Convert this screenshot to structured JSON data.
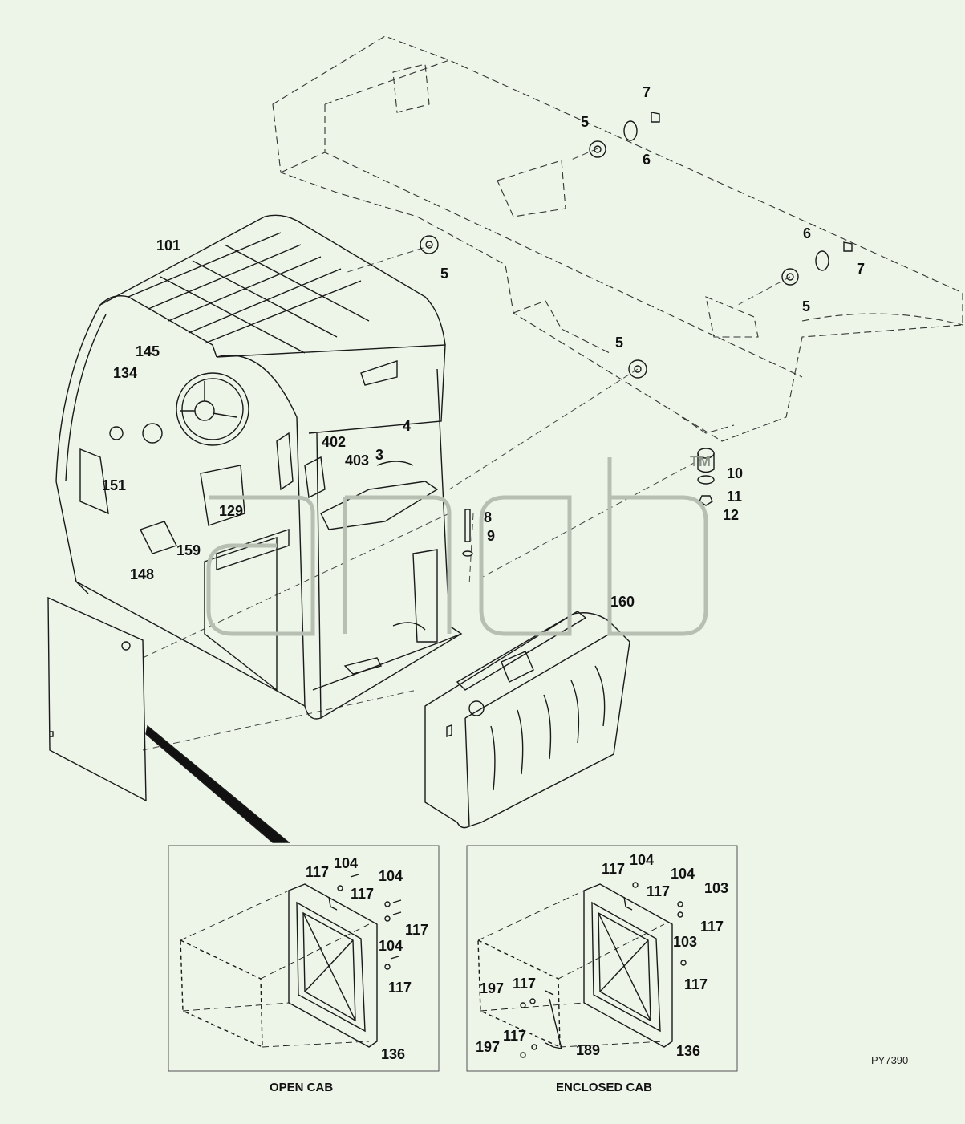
{
  "figure": {
    "reference": "PY7390",
    "trademark": "TM",
    "callouts": {
      "c7a": "7",
      "c5a": "5",
      "c6a": "6",
      "c6b": "6",
      "c7b": "7",
      "c5b": "5",
      "c5c": "5",
      "c5d": "5",
      "c101": "101",
      "c145": "145",
      "c134": "134",
      "c151": "151",
      "c4": "4",
      "c402": "402",
      "c403": "403",
      "c3": "3",
      "c129": "129",
      "c159": "159",
      "c148": "148",
      "c8": "8",
      "c9": "9",
      "c10": "10",
      "c11": "11",
      "c12": "12",
      "c160": "160"
    },
    "inset_open": {
      "caption": "OPEN CAB",
      "callouts": {
        "a117": "117",
        "a104": "104",
        "b104": "104",
        "b117": "117",
        "c117": "117",
        "c104": "104",
        "d117": "117",
        "a136": "136"
      }
    },
    "inset_enclosed": {
      "caption": "ENCLOSED CAB",
      "callouts": {
        "a117": "117",
        "a104": "104",
        "b104": "104",
        "b117": "117",
        "a103": "103",
        "c117": "117",
        "b103": "103",
        "d117": "117",
        "a197": "197",
        "e117": "117",
        "f117": "117",
        "b197": "197",
        "a189": "189",
        "a136": "136"
      }
    }
  }
}
